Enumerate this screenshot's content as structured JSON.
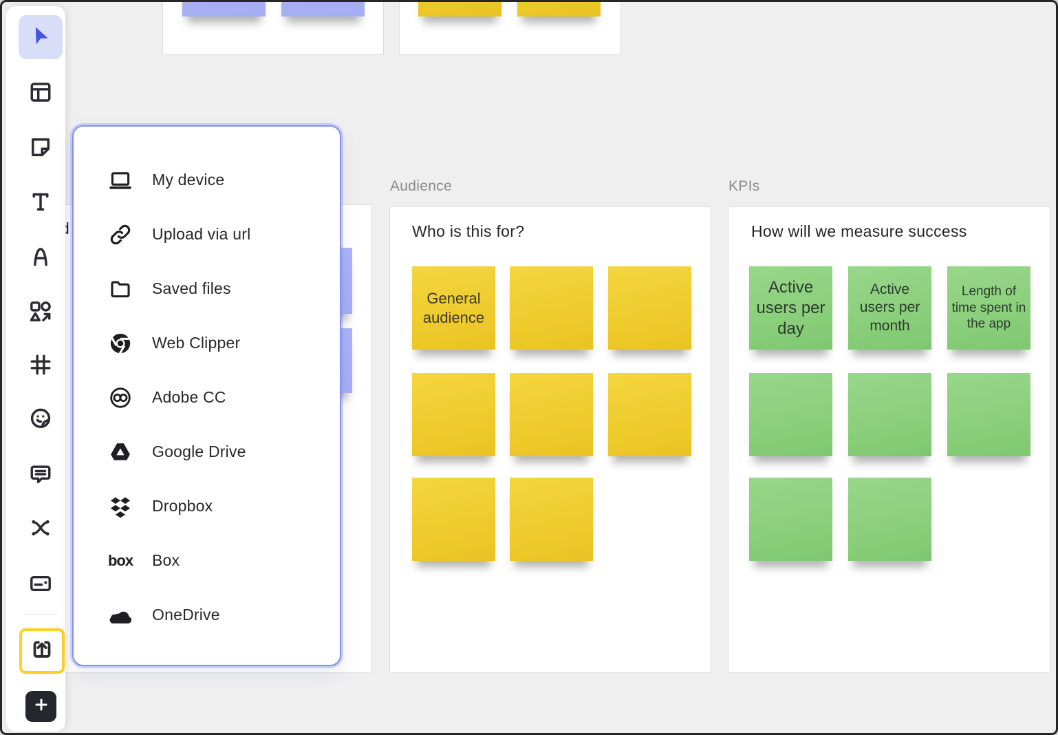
{
  "app": {
    "name": "whiteboard-canvas"
  },
  "colors": {
    "canvas_bg": "#efeff0",
    "frame_border": "#dcdcdc",
    "yellow_sticky": "#eeca2b",
    "green_sticky": "#89ce7a",
    "purple_sticky": "#a9b1f5",
    "menu_border": "#8090f0",
    "upload_highlight": "#ffd024",
    "selected_tool_bg": "#d8ddf8",
    "cursor_blue": "#4353e8",
    "icon_dark": "#26262c"
  },
  "toolbar": {
    "tools": [
      {
        "name": "select",
        "state": "selected"
      },
      {
        "name": "templates",
        "state": "normal"
      },
      {
        "name": "sticky-note",
        "state": "normal"
      },
      {
        "name": "text",
        "state": "normal"
      },
      {
        "name": "pen",
        "state": "normal"
      },
      {
        "name": "shapes",
        "state": "normal"
      },
      {
        "name": "frame",
        "state": "normal"
      },
      {
        "name": "sticker",
        "state": "normal"
      },
      {
        "name": "comment",
        "state": "normal"
      },
      {
        "name": "connector",
        "state": "normal"
      },
      {
        "name": "card",
        "state": "normal"
      },
      {
        "name": "upload",
        "state": "highlighted"
      },
      {
        "name": "add-more-tools",
        "state": "normal"
      }
    ]
  },
  "upload_menu": {
    "box_logo": "box",
    "items": [
      {
        "icon": "laptop-icon",
        "label": "My device"
      },
      {
        "icon": "link-icon",
        "label": "Upload via url"
      },
      {
        "icon": "folder-icon",
        "label": "Saved files"
      },
      {
        "icon": "chrome-icon",
        "label": "Web Clipper"
      },
      {
        "icon": "adobe-cc-icon",
        "label": "Adobe CC"
      },
      {
        "icon": "google-drive-icon",
        "label": "Google Drive"
      },
      {
        "icon": "dropbox-icon",
        "label": "Dropbox"
      },
      {
        "icon": "box-icon",
        "label": "Box"
      },
      {
        "icon": "onedrive-icon",
        "label": "OneDrive"
      }
    ]
  },
  "frames": {
    "top_left_partial": {
      "sticky_color": "purple",
      "sticky_count": 2
    },
    "top_right_partial": {
      "sticky_color": "yellow",
      "sticky_count": 2
    },
    "hidden_left": {
      "text_fragment": "d",
      "sticky_color": "purple",
      "sticky_count": 2
    },
    "audience": {
      "title": "Audience",
      "question": "Who is this for?",
      "sticky_color": "yellow",
      "rows": [
        3,
        3,
        2
      ],
      "stickies": [
        "General audience"
      ]
    },
    "kpis": {
      "title": "KPIs",
      "question": "How will we measure success",
      "sticky_color": "green",
      "rows": [
        3,
        3,
        2
      ],
      "stickies": [
        "Active users per day",
        "Active users per month",
        "Length of time spent in the app"
      ]
    }
  }
}
